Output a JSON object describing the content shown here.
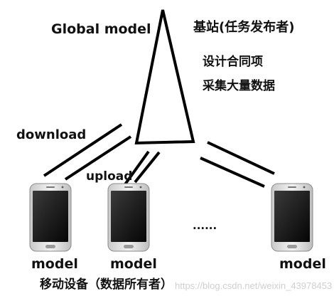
{
  "labels": {
    "global_model": "Global model",
    "base_station": "基站(任务发布者)",
    "design_contract": "设计合同项",
    "collect_data": "采集大量数据",
    "download": "download",
    "upload": "upload",
    "ellipsis": "......",
    "model_1": "model",
    "model_2": "model",
    "model_3": "model",
    "mobile_devices": "移动设备（数据所有者）"
  },
  "watermark": "https://blog.csdn.net/weixin_43978453",
  "icons": {
    "server": "triangle-tower-icon",
    "device": "smartphone-icon"
  },
  "colors": {
    "line": "#000000",
    "phone_body": "#d8d8d8",
    "phone_screen": "#1a1a1a"
  }
}
